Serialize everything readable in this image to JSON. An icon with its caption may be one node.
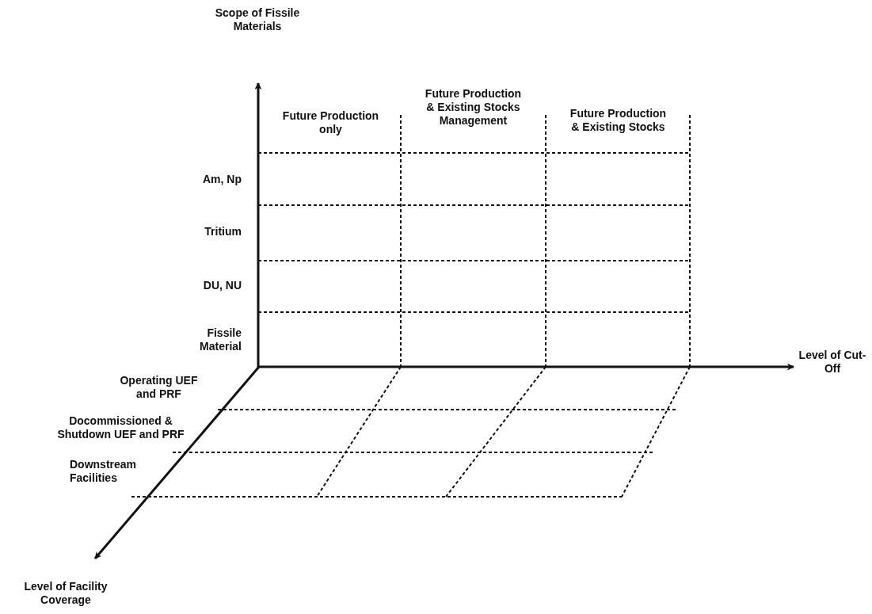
{
  "diagram": {
    "labels": [
      "Scope of Fissile Materials",
      "Future Production only",
      "Future Production & Existing Stocks Management",
      "Future Production & Existing Stocks",
      "Am, Np",
      "Tritium",
      "DU, NU",
      "Fissile Material",
      "Level of Cut-Off",
      "Operating UEF and PRF",
      "Docommissioned & Shutdown UEF and PRF",
      "Downstream Facilities",
      "Level of Facility Coverage"
    ]
  }
}
